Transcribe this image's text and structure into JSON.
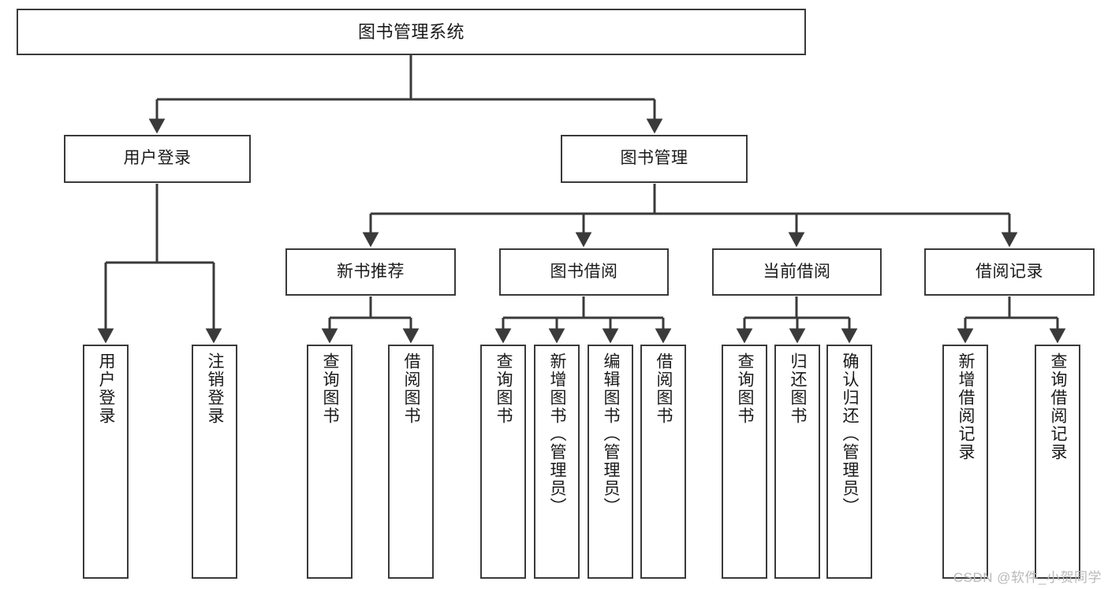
{
  "diagram": {
    "title": "图书管理系统",
    "type": "tree-hierarchy-diagram",
    "watermark": "CSDN @软件_小贺同学",
    "colors": {
      "box_border": "#3a3a3a",
      "box_fill": "#ffffff",
      "edge": "#3a3a3a",
      "text": "#1a1a1a",
      "watermark": "#b9b9b9"
    },
    "nodes": {
      "root": {
        "label": "图书管理系统"
      },
      "user_login": {
        "label": "用户登录"
      },
      "book_manage": {
        "label": "图书管理"
      },
      "new_book_rec": {
        "label": "新书推荐"
      },
      "book_borrow": {
        "label": "图书借阅"
      },
      "current_borrow": {
        "label": "当前借阅"
      },
      "borrow_record": {
        "label": "借阅记录"
      },
      "leaf_user_login": {
        "label": "用户登录"
      },
      "leaf_logout": {
        "label": "注销登录"
      },
      "leaf_query_book_1": {
        "label": "查询图书"
      },
      "leaf_borrow_book_1": {
        "label": "借阅图书"
      },
      "leaf_query_book_2": {
        "label": "查询图书"
      },
      "leaf_add_book": {
        "label": "新增图书（管理员）"
      },
      "leaf_edit_book": {
        "label": "编辑图书（管理员）"
      },
      "leaf_borrow_book_2": {
        "label": "借阅图书"
      },
      "leaf_query_book_3": {
        "label": "查询图书"
      },
      "leaf_return_book": {
        "label": "归还图书"
      },
      "leaf_confirm_return": {
        "label": "确认归还（管理员）"
      },
      "leaf_add_record": {
        "label": "新增借阅记录"
      },
      "leaf_query_record": {
        "label": "查询借阅记录"
      }
    },
    "levels": [
      {
        "level": 0,
        "labels": [
          "图书管理系统"
        ]
      },
      {
        "level": 1,
        "labels": [
          "用户登录",
          "图书管理"
        ]
      },
      {
        "level": 2,
        "labels": [
          "新书推荐",
          "图书借阅",
          "当前借阅",
          "借阅记录"
        ]
      },
      {
        "level": 3,
        "labels": [
          "用户登录",
          "注销登录",
          "查询图书",
          "借阅图书",
          "查询图书",
          "新增图书（管理员）",
          "编辑图书（管理员）",
          "借阅图书",
          "查询图书",
          "归还图书",
          "确认归还（管理员）",
          "新增借阅记录",
          "查询借阅记录"
        ]
      }
    ],
    "edges": [
      {
        "from": "图书管理系统",
        "to": "用户登录"
      },
      {
        "from": "图书管理系统",
        "to": "图书管理"
      },
      {
        "from": "用户登录",
        "to": "用户登录"
      },
      {
        "from": "用户登录",
        "to": "注销登录"
      },
      {
        "from": "图书管理",
        "to": "新书推荐"
      },
      {
        "from": "图书管理",
        "to": "图书借阅"
      },
      {
        "from": "图书管理",
        "to": "当前借阅"
      },
      {
        "from": "图书管理",
        "to": "借阅记录"
      },
      {
        "from": "新书推荐",
        "to": "查询图书"
      },
      {
        "from": "新书推荐",
        "to": "借阅图书"
      },
      {
        "from": "图书借阅",
        "to": "查询图书"
      },
      {
        "from": "图书借阅",
        "to": "新增图书（管理员）"
      },
      {
        "from": "图书借阅",
        "to": "编辑图书（管理员）"
      },
      {
        "from": "图书借阅",
        "to": "借阅图书"
      },
      {
        "from": "当前借阅",
        "to": "查询图书"
      },
      {
        "from": "当前借阅",
        "to": "归还图书"
      },
      {
        "from": "当前借阅",
        "to": "确认归还（管理员）"
      },
      {
        "from": "借阅记录",
        "to": "新增借阅记录"
      },
      {
        "from": "借阅记录",
        "to": "查询借阅记录"
      }
    ]
  }
}
